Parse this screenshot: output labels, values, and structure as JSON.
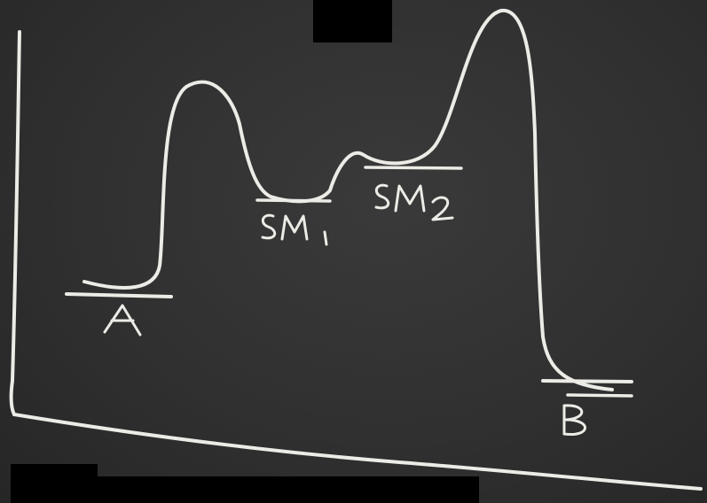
{
  "diagram": {
    "labels": {
      "reactant": "A",
      "intermediate_1": "SM",
      "intermediate_1_sub": "1",
      "intermediate_2": "SM",
      "intermediate_2_sub": "2",
      "product": "B"
    },
    "colors": {
      "board": "#2f2f2f",
      "chalk": "#ecebe6",
      "redaction": "#000000"
    }
  }
}
